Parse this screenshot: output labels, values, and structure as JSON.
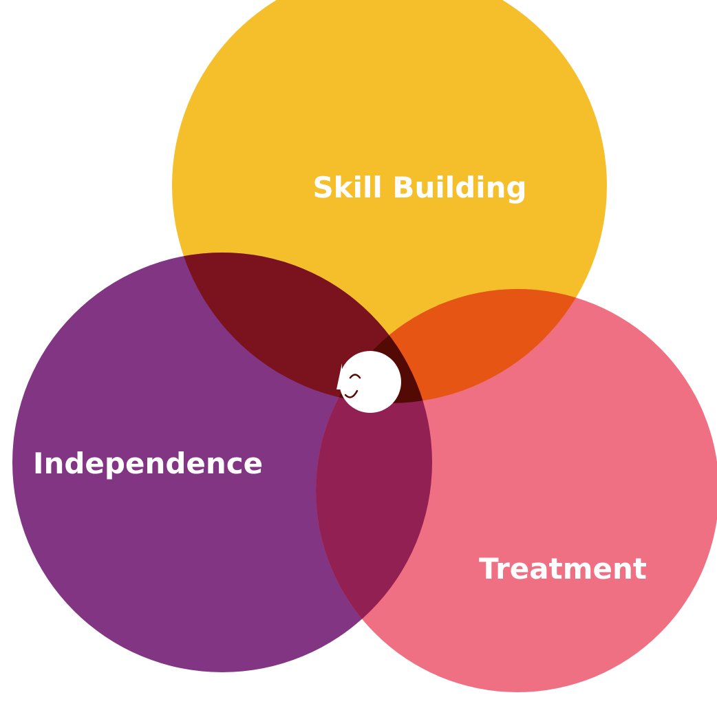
{
  "diagram": {
    "type": "venn",
    "sets": [
      {
        "id": "skill",
        "label": "Skill Building",
        "color": "#F5BF2B"
      },
      {
        "id": "independence",
        "label": "Independence",
        "color": "#823583"
      },
      {
        "id": "treatment",
        "label": "Treatment",
        "color": "#F07083"
      }
    ],
    "overlaps": {
      "skill_independence": "#7B131E",
      "skill_treatment": "#E75514",
      "independence_treatment": "#932052",
      "center": "#540A04"
    },
    "center_icon": "smiling-face-icon"
  }
}
